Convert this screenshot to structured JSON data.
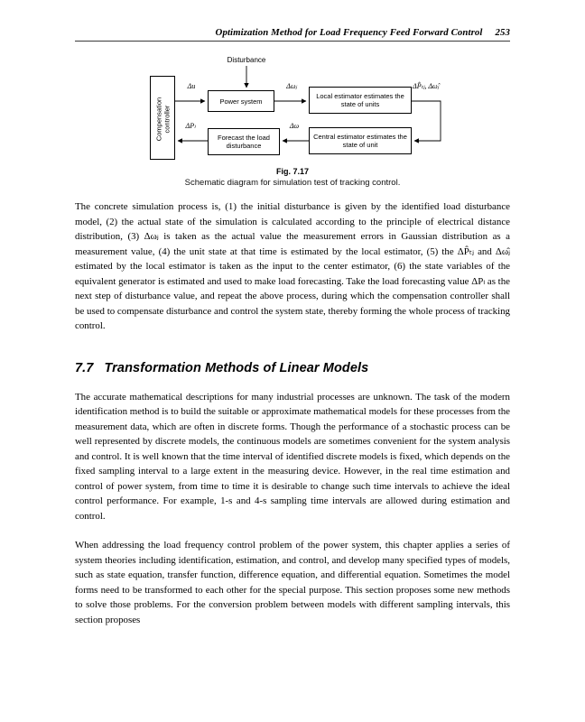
{
  "header": {
    "title": "Optimization Method for Load Frequency Feed Forward Control",
    "page_number": "253"
  },
  "figure": {
    "labels": {
      "disturbance": "Disturbance",
      "ctrl_to_plant": "Δu",
      "plant_to_local": "Δωⱼ",
      "local_to_central": "ΔP̂ₜⱼ, Δω̂ⱼ",
      "central_to_forecast": "Δω",
      "forecast_to_ctrl": "ΔPₗ"
    },
    "boxes": {
      "compensation": "Compensation controller",
      "power_system": "Power system",
      "local_estimator": "Local estimator estimates the state of units",
      "forecast": "Forecast the load disturbance",
      "central_estimator": "Central estimator estimates the state of unit"
    },
    "caption_label": "Fig. 7.17",
    "caption_text": "Schematic diagram for simulation test of tracking control."
  },
  "section": {
    "number": "7.7",
    "title": "Transformation Methods of Linear Models"
  },
  "paragraphs": {
    "p1": "The concrete simulation process is, (1) the initial disturbance is given by the identified load disturbance model, (2) the actual state of the simulation is calculated according to the principle of electrical distance distribution, (3) Δωⱼ is taken as the actual value the measurement errors in Gaussian distribution as a measurement value, (4) the unit state at that time is estimated by the local estimator, (5) the ΔP̂ₜⱼ and Δω̂ⱼ estimated by the local estimator is taken as the input to the center estimator, (6) the state variables of the equivalent generator is estimated and used to make load forecasting. Take the load forecasting value ΔPₗ as the next step of disturbance value, and repeat the above process, during which the compensation controller shall be used to compensate disturbance and control the system state, thereby forming the whole process of tracking control.",
    "p2": "The accurate mathematical descriptions for many industrial processes are unknown. The task of the modern identification method is to build the suitable or approximate mathematical models for these processes from the measurement data, which are often in discrete forms. Though the performance of a stochastic process can be well represented by discrete models, the continuous models are sometimes convenient for the system analysis and control. It is well known that the time interval of identified discrete models is fixed, which depends on the fixed sampling interval to a large extent in the measuring device. However, in the real time estimation and control of power system, from time to time it is desirable to change such time intervals to achieve the ideal control performance. For example, 1-s and 4-s sampling time intervals are allowed during estimation and control.",
    "p3": "When addressing the load frequency control problem of the power system, this chapter applies a series of system theories including identification, estimation, and control, and develop many specified types of models, such as state equation, transfer function, difference equation, and differential equation. Sometimes the model forms need to be transformed to each other for the special purpose. This section proposes some new methods to solve those problems. For the conversion problem between models with different sampling intervals, this section proposes"
  }
}
